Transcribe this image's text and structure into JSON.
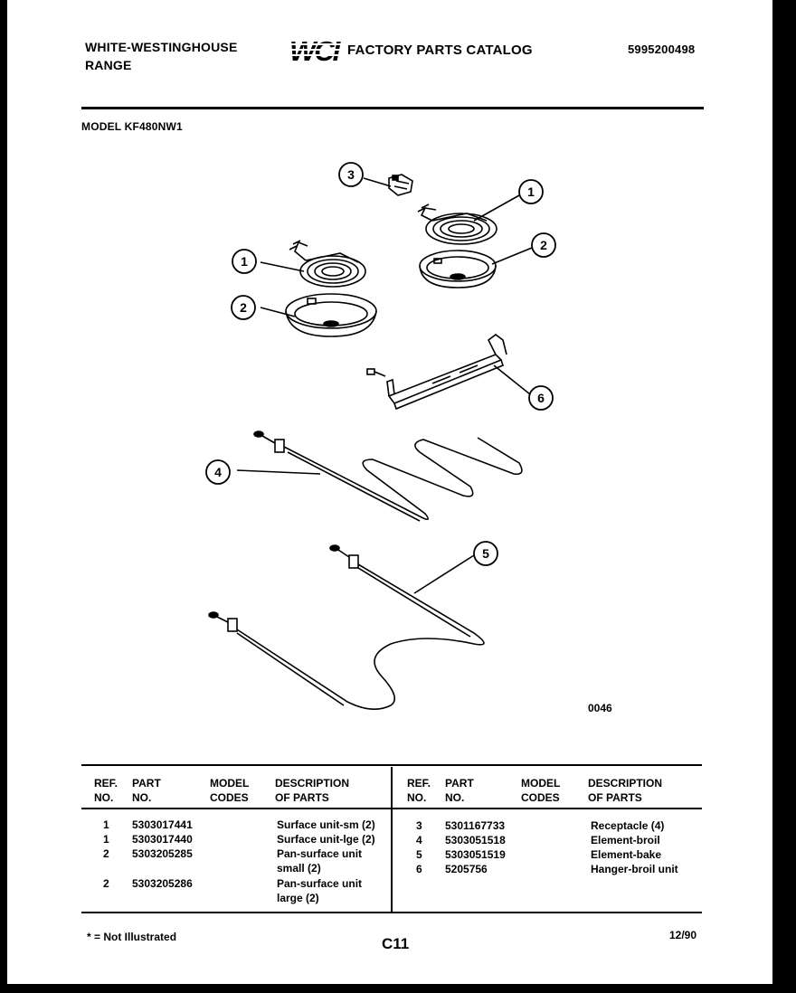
{
  "header": {
    "brand_line1": "WHITE-WESTINGHOUSE",
    "brand_line2": "RANGE",
    "logo_text": "WCI",
    "catalog_title": "FACTORY PARTS CATALOG",
    "catalog_number": "5995200498"
  },
  "model_label": "MODEL KF480NW1",
  "diagram": {
    "callouts": [
      "1",
      "2",
      "3",
      "1",
      "2",
      "4",
      "5",
      "6"
    ],
    "figure_code": "0046"
  },
  "table": {
    "headers": {
      "ref_no": [
        "REF.",
        "NO."
      ],
      "part_no": [
        "PART",
        "NO."
      ],
      "model_codes": [
        "MODEL",
        "CODES"
      ],
      "description": [
        "DESCRIPTION",
        "OF PARTS"
      ]
    },
    "left_rows": [
      {
        "ref": "1",
        "part": "5303017441",
        "desc": "Surface unit-sm (2)"
      },
      {
        "ref": "1",
        "part": "5303017440",
        "desc": "Surface unit-lge (2)"
      },
      {
        "ref": "2",
        "part": "5303205285",
        "desc": "Pan-surface unit",
        "desc2": "small (2)"
      },
      {
        "ref": "2",
        "part": "5303205286",
        "desc": "Pan-surface unit",
        "desc2": "large (2)"
      }
    ],
    "right_rows": [
      {
        "ref": "3",
        "part": "5301167733",
        "desc": "Receptacle (4)"
      },
      {
        "ref": "4",
        "part": "5303051518",
        "desc": "Element-broil"
      },
      {
        "ref": "5",
        "part": "5303051519",
        "desc": "Element-bake"
      },
      {
        "ref": "6",
        "part": "5205756",
        "desc": "Hanger-broil unit"
      }
    ]
  },
  "footer": {
    "note": "* = Not Illustrated",
    "page_code": "C11",
    "date": "12/90"
  }
}
